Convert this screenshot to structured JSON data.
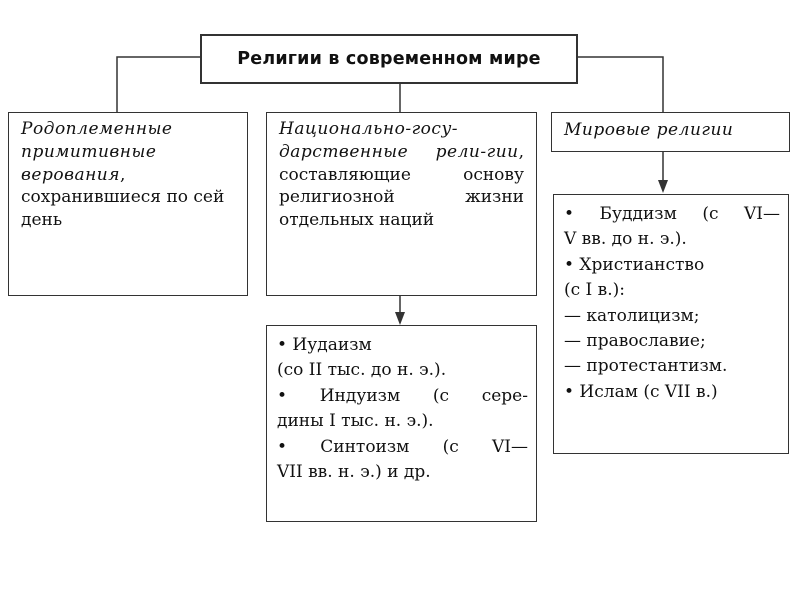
{
  "title": "Религии в современном мире",
  "categories": {
    "tribal": {
      "italic": "Родоплеменные примитивные верования",
      "rest": ", сохранившиеся по сей день"
    },
    "national": {
      "italic": "Национально-госу-дарственные рели-гии",
      "rest": ", составляющие основу религиозной жизни отдельных наций"
    },
    "world": {
      "italic": "Мировые религии"
    }
  },
  "national_list": [
    "• Иудаизм",
    "(со II тыс. до н. э.).",
    "• Индуизм (с сере-",
    "дины I тыс. н. э.).",
    "• Синтоизм (с VI—",
    "VII вв. н. э.) и др."
  ],
  "world_list": [
    "• Буддизм (с VI—",
    "V вв. до н. э.).",
    "• Христианство",
    "(с I в.):",
    "— католицизм;",
    "— православие;",
    "— протестантизм.",
    "• Ислам (с VII в.)"
  ]
}
